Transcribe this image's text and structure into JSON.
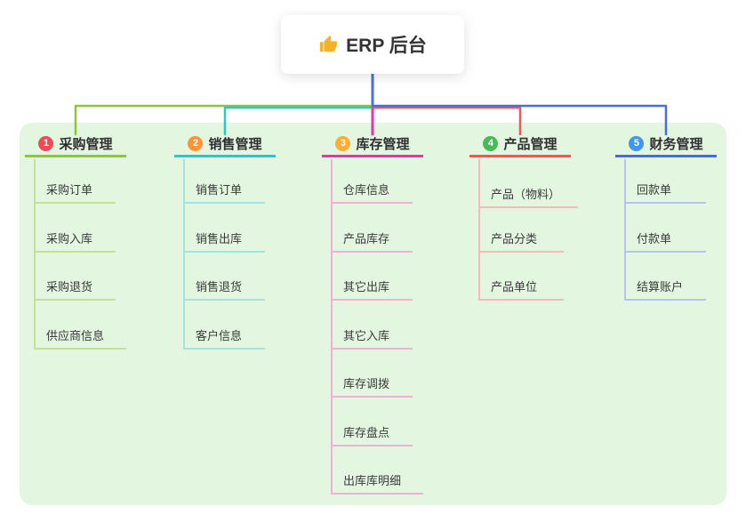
{
  "root": {
    "label": "ERP 后台",
    "icon": "thumbs-up-icon"
  },
  "colors": {
    "panel_background": "#e2f6e0",
    "trunk": "#4a6fe3",
    "branch_lines": [
      "#8cc63e",
      "#2bc7c9",
      "#e03a9c",
      "#f25656",
      "#4a6bdc"
    ],
    "badges": [
      "#ef4b55",
      "#ff9335",
      "#ffae34",
      "#4cb857",
      "#3e97f0"
    ]
  },
  "branches": [
    {
      "index": "1",
      "label": "采购管理",
      "children": [
        "采购订单",
        "采购入库",
        "采购退货",
        "供应商信息"
      ]
    },
    {
      "index": "2",
      "label": "销售管理",
      "children": [
        "销售订单",
        "销售出库",
        "销售退货",
        "客户信息"
      ]
    },
    {
      "index": "3",
      "label": "库存管理",
      "children": [
        "仓库信息",
        "产品库存",
        "其它出库",
        "其它入库",
        "库存调拨",
        "库存盘点",
        "出库库明细"
      ]
    },
    {
      "index": "4",
      "label": "产品管理",
      "children": [
        "产品（物料）",
        "产品分类",
        "产品单位"
      ]
    },
    {
      "index": "5",
      "label": "财务管理",
      "children": [
        "回款单",
        "付款单",
        "结算账户"
      ]
    }
  ]
}
